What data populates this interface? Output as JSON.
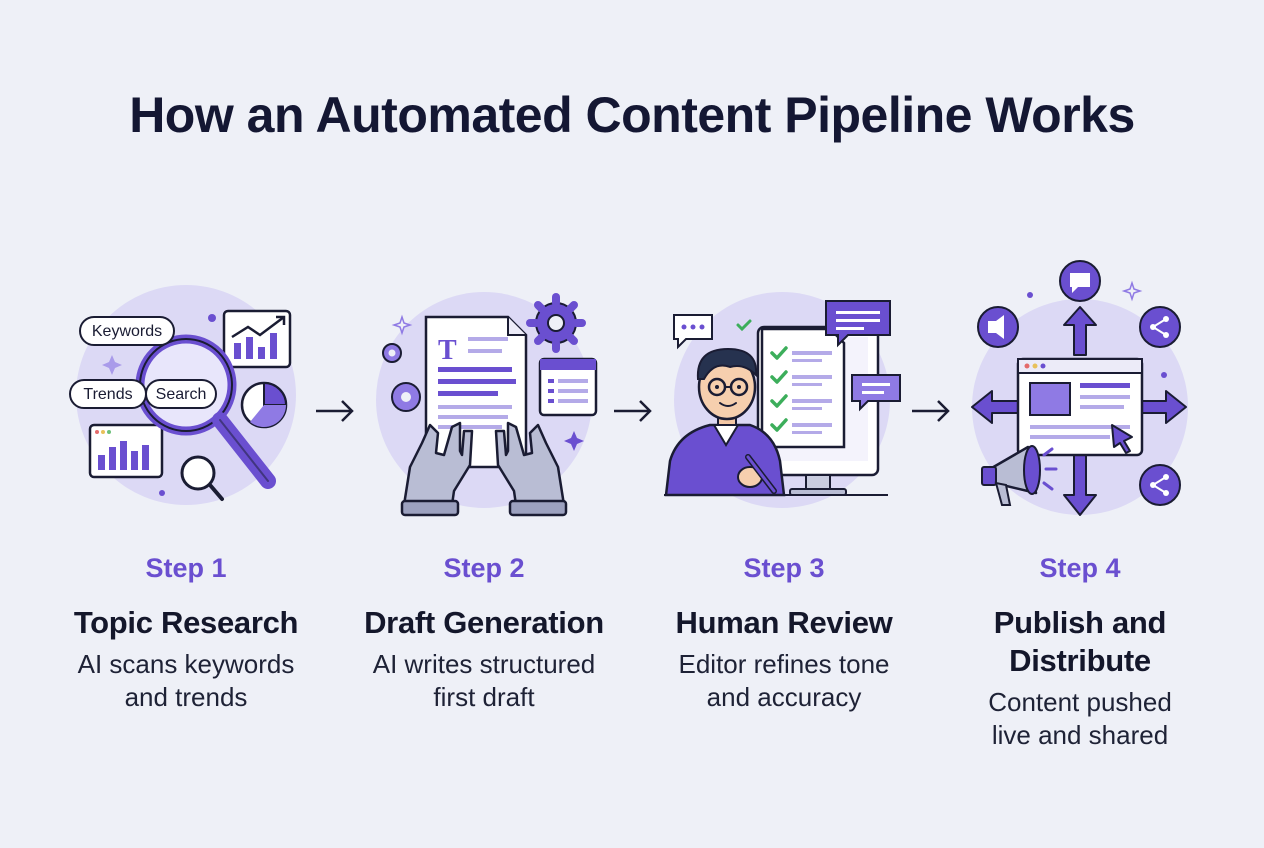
{
  "title": "How an Automated Content Pipeline Works",
  "accent_color": "#6a4fd0",
  "steps": [
    {
      "number": "Step 1",
      "name": "Topic Research",
      "description_lines": [
        "AI scans keywords",
        "and trends"
      ],
      "illustration": {
        "icons": [
          "magnifier-icon",
          "bar-chart-icon",
          "line-chart-icon",
          "pie-chart-icon",
          "small-magnifier-icon"
        ],
        "tags": [
          "Keywords",
          "Trends",
          "Search"
        ]
      }
    },
    {
      "number": "Step 2",
      "name": "Draft Generation",
      "description_lines": [
        "AI writes structured",
        "first draft"
      ],
      "illustration": {
        "icons": [
          "document-icon",
          "gear-icon",
          "robot-hands-icon",
          "browser-window-icon"
        ],
        "doc_letter": "T"
      }
    },
    {
      "number": "Step 3",
      "name": "Human Review",
      "description_lines": [
        "Editor refines tone",
        "and accuracy"
      ],
      "illustration": {
        "icons": [
          "editor-person-icon",
          "monitor-checklist-icon",
          "chat-bubble-icon",
          "pen-icon"
        ]
      }
    },
    {
      "number": "Step 4",
      "name": "Publish and Distribute",
      "name_lines": [
        "Publish and",
        "Distribute"
      ],
      "description_lines": [
        "Content pushed",
        "live and shared"
      ],
      "illustration": {
        "icons": [
          "browser-window-icon",
          "megaphone-icon",
          "share-icon",
          "chat-icon",
          "cursor-icon",
          "four-way-arrows-icon"
        ]
      }
    }
  ]
}
